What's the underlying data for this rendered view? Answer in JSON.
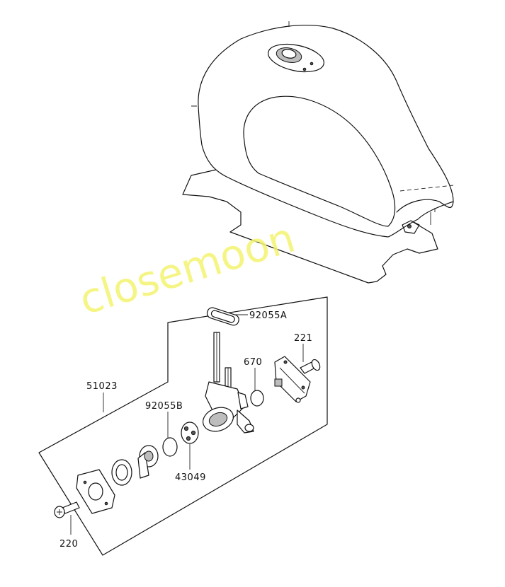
{
  "diagram": {
    "watermark": "closemoon",
    "parts": {
      "p92055A": "92055A",
      "p221": "221",
      "p670": "670",
      "p51023": "51023",
      "p92055B": "92055B",
      "p43049": "43049",
      "p220": "220"
    }
  }
}
